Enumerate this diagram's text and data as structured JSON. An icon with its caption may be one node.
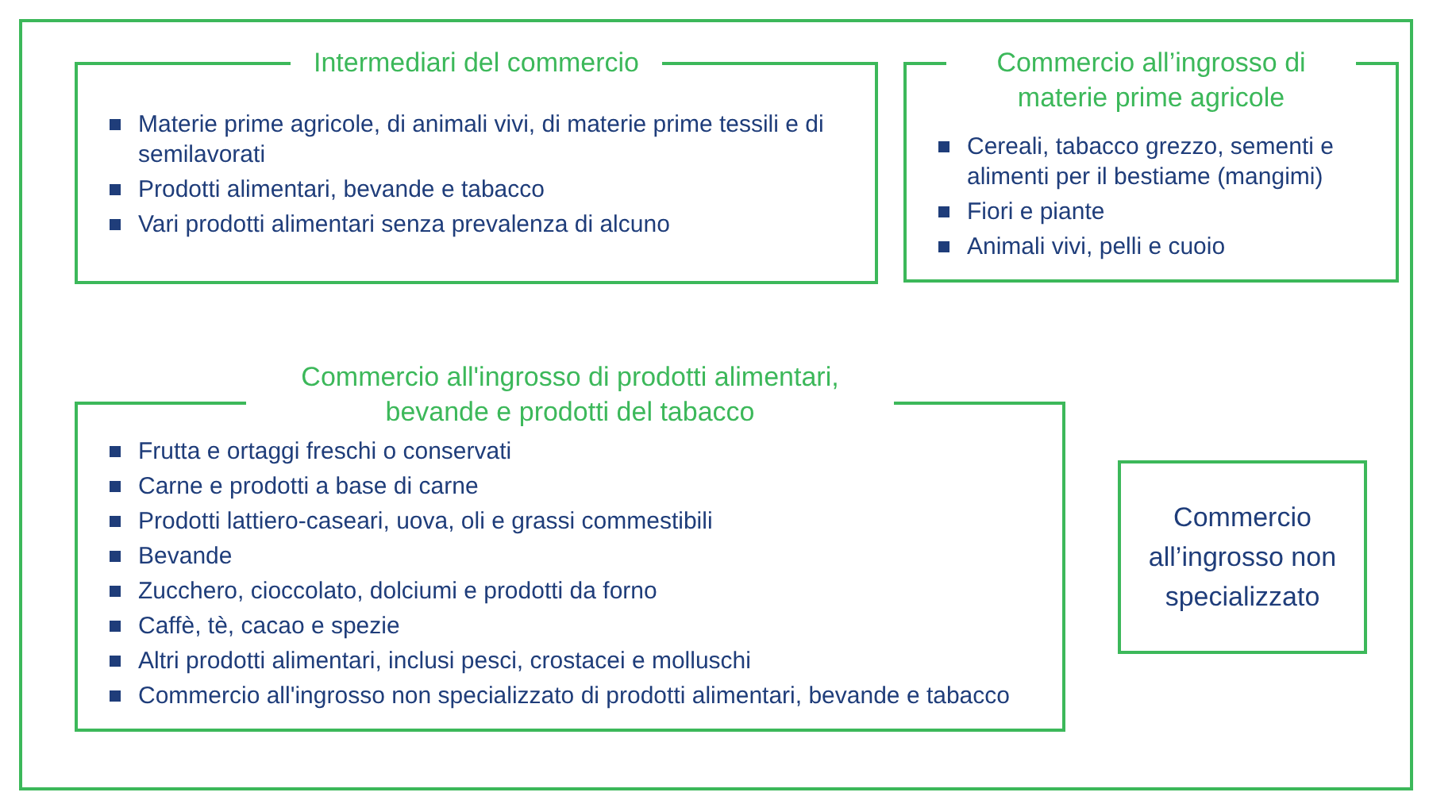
{
  "diagram": {
    "nodes": [
      {
        "text": [],
        "shape": "box"
      },
      {
        "text": [
          "Intermediari del commercio",
          "Materie prime agricole, di animali vivi, di materie prime tessili e di semilavorati",
          "Prodotti alimentari, bevande e tabacco",
          "Vari prodotti alimentari senza prevalenza di alcuno"
        ],
        "in": 0
      },
      {
        "text": [
          "Commercio all’ingrosso di materie prime agricole",
          "Cereali, tabacco grezzo, sementi e alimenti per il bestiame (mangimi)",
          "Fiori e piante",
          "Animali vivi, pelli e cuoio"
        ],
        "in": 0
      },
      {
        "text": [
          "Commercio all'ingrosso di prodotti alimentari, bevande e prodotti del tabacco",
          "Frutta e ortaggi freschi o conservati",
          "Carne e prodotti a base di carne",
          "Prodotti lattiero-caseari, uova, oli e grassi commestibili",
          "Bevande",
          "Zucchero, cioccolato, dolciumi e prodotti da forno",
          "Caffè, tè, cacao e spezie",
          "Altri prodotti alimentari, inclusi pesci, crostacei e molluschi",
          "Commercio all'ingrosso non specializzato di prodotti alimentari, bevande e tabacco"
        ],
        "in": 0
      },
      {
        "text": [
          "Commercio all’ingrosso non specializzato"
        ],
        "in": 0
      }
    ]
  }
}
